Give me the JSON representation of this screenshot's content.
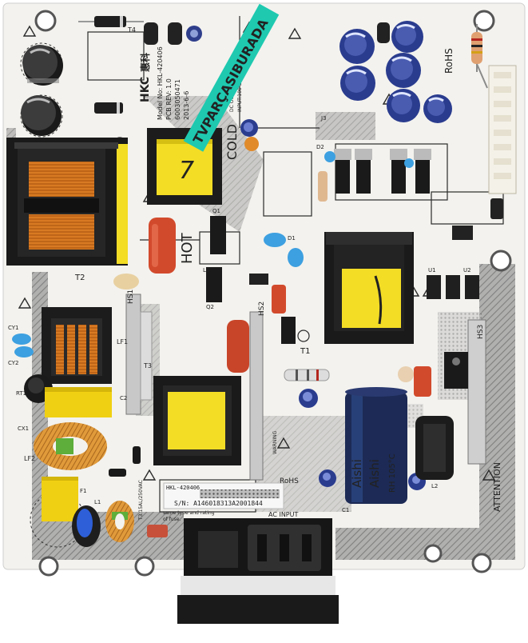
{
  "board": {
    "watermark": "TVPARÇASIBURADA",
    "brand": "HKC",
    "brand_cn": "惠科",
    "model_line1": "Model No: HKL-420406",
    "model_line2": "PCB REV: 1.0",
    "model_line3": "6003050471",
    "model_line4": "2013-6-6",
    "output_spec": "DC OUTPUT",
    "input_spec": "INPUT:100-240V~",
    "hot_label": "HOT",
    "cold_label": "COLD",
    "rohs_label": "RoHS",
    "rohs_label_2": "RoHS",
    "attention_label": "ATTENTION",
    "ac_input_label": "AC INPUT",
    "sticker_model": "HKL-420406",
    "sticker_serial": "S/N: A146018313A2001844",
    "fuse_note_1": "same type and rating",
    "fuse_note_2": "of fuse.",
    "fuse_rating": "T3.15AL/250VAC",
    "cap_brand": "Aishi",
    "cap_text": "RH 105°C",
    "handwritten_mark": "7",
    "warning_label": "WARNING",
    "ref_labels": [
      "T1",
      "T2",
      "T3",
      "T4",
      "HS1",
      "HS2",
      "HS3",
      "LF1",
      "LF2",
      "C1",
      "C2",
      "D1",
      "D2",
      "U1",
      "U2",
      "J3",
      "F1",
      "RT1",
      "CX1",
      "CY1",
      "CY2",
      "L1",
      "L2",
      "L3",
      "Q1",
      "Q2"
    ]
  },
  "colors": {
    "pcb": "#f3f2ee",
    "silk": "#2b2b2b",
    "hatch": "#6f6f6f",
    "transformer_yellow": "#f3dd25",
    "ferrite": "#1e1e1e",
    "cap_blue": "#2a3c8e",
    "bulk_cap": "#1c2a55",
    "red_cap": "#d24a2c",
    "orange_coil": "#e08a2a",
    "blue_cap": "#3da0e0",
    "watermark_bg": "#1ec9b0",
    "watermark_fg": "#0a0a0a",
    "xcap_yellow": "#f0d012"
  }
}
